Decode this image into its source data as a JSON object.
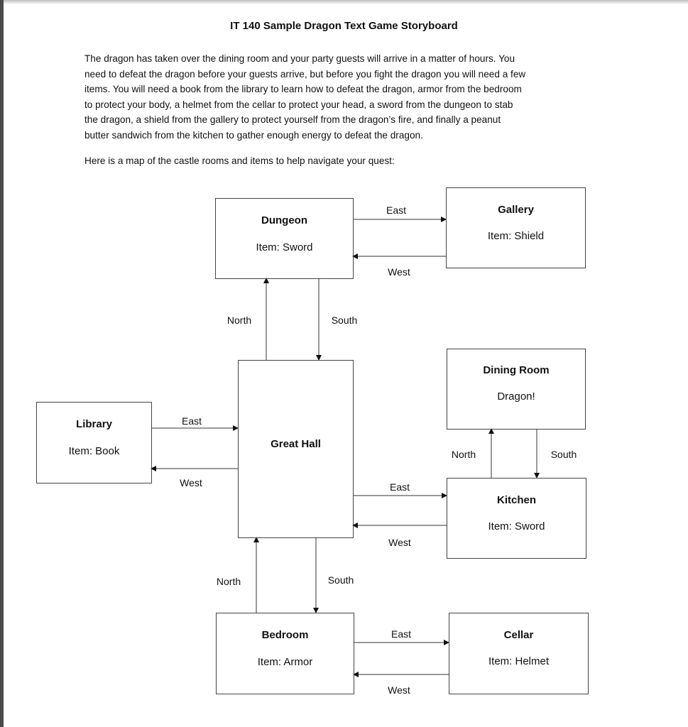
{
  "title": "IT 140 Sample Dragon Text Game Storyboard",
  "paragraph_lines": [
    "The dragon has taken over the dining room and your party guests will arrive in a matter of hours. You",
    "need to defeat the dragon before your guests arrive, but before you fight the dragon you will need a few",
    "items. You will need a book from the library to learn how to defeat the dragon, armor from the bedroom",
    "to protect your body, a helmet from the cellar to protect your head, a sword from the dungeon to stab",
    "the dragon, a shield from the gallery to protect yourself from the dragon’s fire, and finally a peanut",
    "butter sandwich from the kitchen to gather enough energy to defeat the dragon."
  ],
  "intro": "Here is a map of the castle rooms and items to help navigate your quest:",
  "rooms": {
    "dungeon": {
      "name": "Dungeon",
      "item": "Item: Sword"
    },
    "gallery": {
      "name": "Gallery",
      "item": "Item: Shield"
    },
    "dining": {
      "name": "Dining Room",
      "item": "Dragon!"
    },
    "greathall": {
      "name": "Great Hall"
    },
    "library": {
      "name": "Library",
      "item": "Item: Book"
    },
    "kitchen": {
      "name": "Kitchen",
      "item": "Item: Sword"
    },
    "bedroom": {
      "name": "Bedroom",
      "item": "Item: Armor"
    },
    "cellar": {
      "name": "Cellar",
      "item": "Item: Helmet"
    }
  },
  "directions": {
    "east": "East",
    "west": "West",
    "north": "North",
    "south": "South"
  }
}
